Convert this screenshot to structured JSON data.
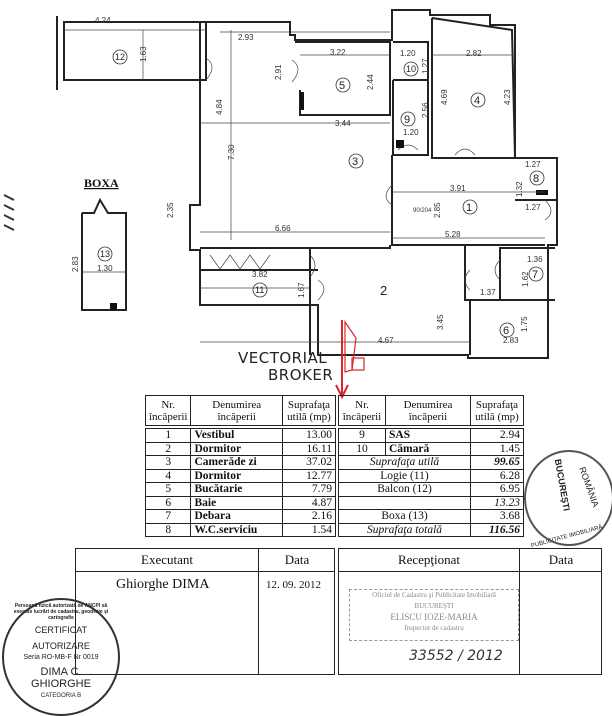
{
  "plan": {
    "boxa_title": "BOXA",
    "rooms": [
      "1",
      "2",
      "3",
      "4",
      "5",
      "6",
      "7",
      "8",
      "9",
      "10",
      "11",
      "12",
      "13"
    ],
    "dims": {
      "d424": "4.24",
      "d163": "1.63",
      "d293": "2.93",
      "d291": "2.91",
      "d484": "4.84",
      "d730": "7.30",
      "d322": "3.22",
      "d244": "2.44",
      "d344": "3.44",
      "d120a": "1.20",
      "d127a": "1.27",
      "d256": "2.56",
      "d120b": "1.20",
      "d282": "2.82",
      "d469": "4.69",
      "d423": "4.23",
      "d391": "3.91",
      "d285": "2.85",
      "d528": "5.28",
      "d127b": "1.27",
      "d127c": "1.27",
      "d132": "1.32",
      "d235": "2.35",
      "d666": "6.66",
      "d382": "3.82",
      "d167": "1.67",
      "d345": "3.45",
      "d467": "4.67",
      "d136": "1.36",
      "d162": "1.62",
      "d137": "1.37",
      "d175": "1.75",
      "d283b": "2.83",
      "d283": "2.83",
      "d130": "1.30",
      "door": "90/204"
    }
  },
  "logo": {
    "line1": "VECTORIAL",
    "line2": "BROKER",
    "color": "#d9262b"
  },
  "table_left": {
    "headers": [
      "Nr. încăperii",
      "Denumirea încăperii",
      "Suprafaţa utilă (mp)"
    ],
    "rows": [
      {
        "nr": "1",
        "name": "Vestibul",
        "area": "13.00"
      },
      {
        "nr": "2",
        "name": "Dormitor",
        "area": "16.11"
      },
      {
        "nr": "3",
        "name": "Camerăde zi",
        "area": "37.02"
      },
      {
        "nr": "4",
        "name": "Dormitor",
        "area": "12.77"
      },
      {
        "nr": "5",
        "name": "Bucătarie",
        "area": "7.79"
      },
      {
        "nr": "6",
        "name": "Baie",
        "area": "4.87"
      },
      {
        "nr": "7",
        "name": "Debara",
        "area": "2.16"
      },
      {
        "nr": "8",
        "name": "W.C.serviciu",
        "area": "1.54"
      }
    ]
  },
  "table_right": {
    "headers": [
      "Nr. încăperii",
      "Denumirea încăperii",
      "Suprafaţa utilă (mp)"
    ],
    "rows": [
      {
        "nr": "9",
        "name": "SAS",
        "area": "2.94"
      },
      {
        "nr": "10",
        "name": "Cămară",
        "area": "1.45"
      }
    ],
    "util_label": "Suprafaţa utilă",
    "util_value": "99.65",
    "logie_label": "Logie   (11)",
    "logie_value": "6.28",
    "balcon_label": "Balcon (12)",
    "balcon_value": "6.95",
    "subtotal_value": "13.23",
    "boxa_label": "Boxa   (13)",
    "boxa_value": "3.68",
    "total_label": "Suprafaţa totală",
    "total_value": "116.56"
  },
  "executant": {
    "header": "Executant",
    "date_header": "Data",
    "name": "Ghiorghe DIMA",
    "date": "12. 09. 2012",
    "stamp": {
      "top": "Persoană fizică autorizată de ANCPI să execute lucrări de cadastru, geodezie şi cartografie",
      "l1": "CERTIFICAT",
      "l2": "AUTORIZARE",
      "l3": "Seria RO-MB-F Nr 0019",
      "l4": "DIMA C.",
      "l5": "GHIORGHE",
      "l6": "CATEGORIA B"
    }
  },
  "receptionat": {
    "header": "Recepţionat",
    "date_header": "Data",
    "stamp_l1": "Oficiul de Cadastru şi Publicitate Imobiliară",
    "stamp_l2": "BUCUREŞTI",
    "stamp_l3": "ELISCU IOZE-MARIA",
    "stamp_l4": "Inspector de cadastru",
    "handwritten": "33552 / 2012"
  },
  "round_stamp": {
    "l1": "BUCUREŞTI",
    "l2": "ROMÂNIA",
    "l3": "PUBLICITATE IMOBILIARĂ"
  }
}
